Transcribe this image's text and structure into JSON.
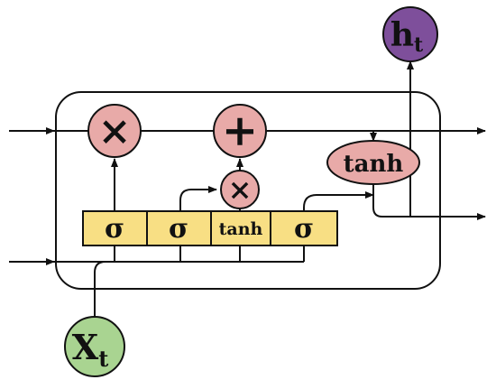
{
  "colors": {
    "pointwise_op_fill": "#e8aaa8",
    "gate_fill": "#f8df84",
    "input_fill": "#a9d491",
    "output_fill": "#7e4f9b",
    "line": "#111111"
  },
  "ops": {
    "multiply": "×",
    "add": "+"
  },
  "gates": {
    "forget": "σ",
    "input": "σ",
    "candidate": "tanh",
    "output": "σ"
  },
  "cell_tanh": "tanh",
  "input": {
    "main": "X",
    "sub": "t"
  },
  "output": {
    "main": "h",
    "sub": "t"
  }
}
